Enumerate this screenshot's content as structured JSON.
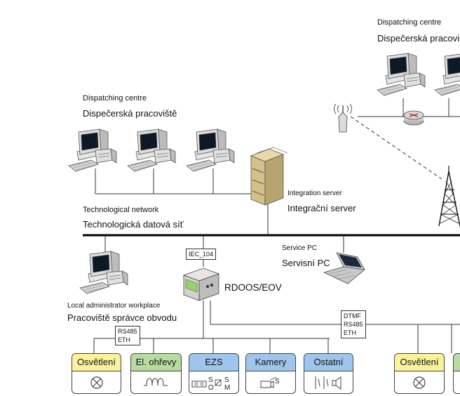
{
  "labels": {
    "dispatch_en_top": "Dispatching centre",
    "dispatch_cz_top": "Dispečerská pracoviště",
    "dispatch_en": "Dispatching centre",
    "dispatch_cz": "Dispečerská pracoviště",
    "integration_en": "Integration server",
    "integration_cz": "Integrační server",
    "technet_en": "Technological network",
    "technet_cz": "Technologická datová síť",
    "service_en": "Service PC",
    "service_cz": "Servisní PC",
    "localadmin_en": "Local administrator workplace",
    "localadmin_cz": "Pracoviště správce obvodu",
    "rdoos": "RDOOS/EOV"
  },
  "tags": {
    "iec": "IEC_104",
    "rs485_eth": "RS485\nETH",
    "dtmf": "DTMF\nRS485\nETH"
  },
  "systems": [
    {
      "label": "Osvětlení",
      "color": "#fbf29a"
    },
    {
      "label": "El. ohřevy",
      "color": "#b8dca0"
    },
    {
      "label": "EZS",
      "color": "#9fc5ec"
    },
    {
      "label": "Kamery",
      "color": "#9fc5ec"
    },
    {
      "label": "Ostatní",
      "color": "#9fc5ec"
    },
    {
      "label": "Osvětlení",
      "color": "#fbf29a"
    },
    {
      "label": "",
      "color": "#b8dca0"
    }
  ],
  "icons": {
    "ezs_symbols": "S O S M",
    "kamery_symbol": "S"
  }
}
